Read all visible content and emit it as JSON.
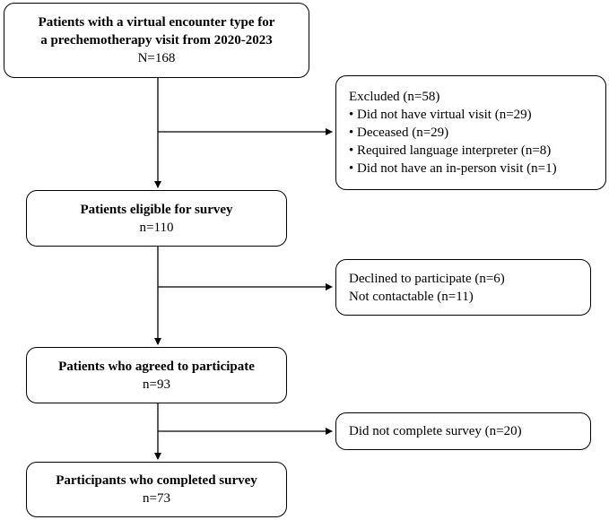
{
  "main_boxes": [
    {
      "title_lines": [
        "Patients with a virtual encounter type for",
        "a prechemotherapy visit from 2020-2023"
      ],
      "count": "N=168"
    },
    {
      "title_lines": [
        "Patients eligible for survey"
      ],
      "count": "n=110"
    },
    {
      "title_lines": [
        "Patients who agreed to participate"
      ],
      "count": "n=93"
    },
    {
      "title_lines": [
        "Participants who completed survey"
      ],
      "count": "n=73"
    }
  ],
  "side_boxes": [
    {
      "lines": [
        "Excluded (n=58)",
        "• Did not have virtual visit (n=29)",
        "• Deceased (n=29)",
        "• Required language interpreter (n=8)",
        "• Did not have an in-person visit (n=1)"
      ]
    },
    {
      "lines": [
        "Declined to participate (n=6)",
        "Not contactable (n=11)"
      ]
    },
    {
      "lines": [
        "Did not complete survey (n=20)"
      ]
    }
  ]
}
